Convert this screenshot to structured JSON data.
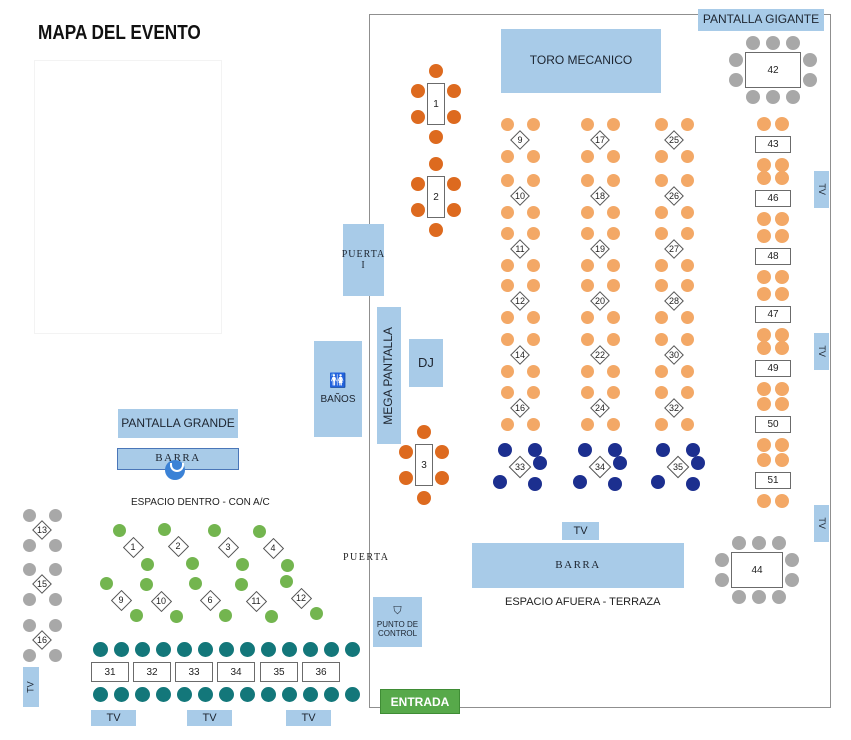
{
  "title": "MAPA DEL EVENTO",
  "labels": {
    "pantalla_gigante": "PANTALLA GIGANTE",
    "toro_mecanico": "TORO MECANICO",
    "puerta": "PUERTA",
    "puerta_i": "I",
    "mega_pantalla": "MEGA PANTALLA",
    "dj": "DJ",
    "banos": "BAÑOS",
    "pantalla_grande": "PANTALLA GRANDE",
    "barra": "BARRA",
    "espacio_dentro": "ESPACIO DENTRO - CON A/C",
    "espacio_afuera": "ESPACIO AFUERA - TERRAZA",
    "punto_de_control": "PUNTO DE CONTROL",
    "entrada": "ENTRADA",
    "tv": "TV"
  },
  "colors": {
    "orange_dark": "#dd6a1f",
    "orange_light": "#f3a866",
    "navy": "#1c2f8f",
    "green": "#73b54f",
    "teal": "#13777a",
    "gray": "#a8a8a8",
    "panel": "#a8cbe8",
    "entrance": "#57a94a"
  },
  "tables": {
    "orange_rect": [
      "1",
      "2",
      "3"
    ],
    "diamond_col1": [
      "9",
      "10",
      "11",
      "12",
      "14",
      "16"
    ],
    "diamond_col2": [
      "17",
      "18",
      "19",
      "20",
      "22",
      "24"
    ],
    "diamond_col3": [
      "25",
      "26",
      "27",
      "28",
      "30",
      "32"
    ],
    "navy": [
      "33",
      "34",
      "35"
    ],
    "column_right": [
      "43",
      "46",
      "48",
      "47",
      "49",
      "50",
      "51"
    ],
    "gray_big": [
      "42",
      "44"
    ],
    "gray_left": [
      "13",
      "15",
      "16"
    ],
    "green_top": [
      "1",
      "2",
      "3",
      "4"
    ],
    "green_bottom": [
      "9",
      "10",
      "6",
      "11",
      "12"
    ],
    "teal_row": [
      "31",
      "32",
      "33",
      "34",
      "35",
      "36"
    ]
  }
}
